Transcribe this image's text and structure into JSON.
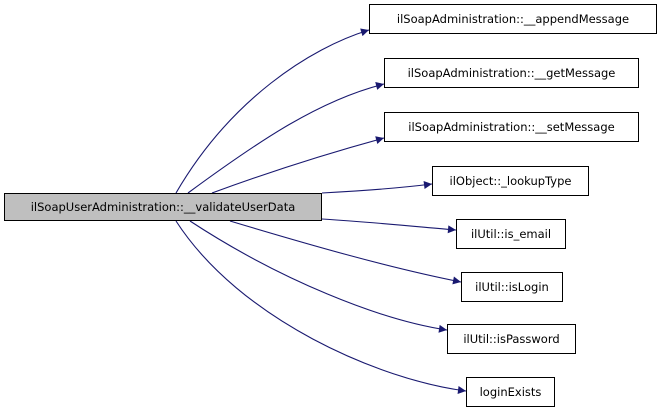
{
  "graph": {
    "source": {
      "label": "ilSoapUserAdministration::__validateUserData"
    },
    "targets": [
      {
        "label": "ilSoapAdministration::__appendMessage"
      },
      {
        "label": "ilSoapAdministration::__getMessage"
      },
      {
        "label": "ilSoapAdministration::__setMessage"
      },
      {
        "label": "ilObject::_lookupType"
      },
      {
        "label": "ilUtil::is_email"
      },
      {
        "label": "ilUtil::isLogin"
      },
      {
        "label": "ilUtil::isPassword"
      },
      {
        "label": "loginExists"
      }
    ],
    "colors": {
      "edge": "#191970",
      "source_fill": "#bfbfbf",
      "node_fill": "#ffffff",
      "border": "#000000"
    }
  }
}
